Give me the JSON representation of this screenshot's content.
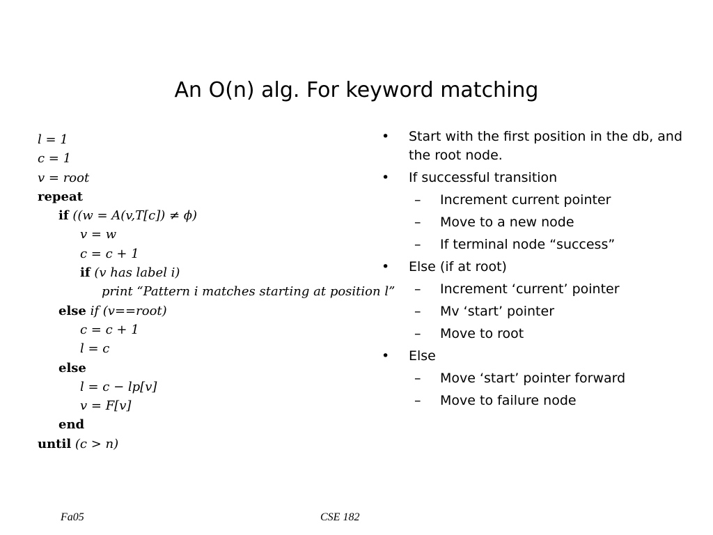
{
  "slide": {
    "title": "An O(n) alg. For keyword matching",
    "footer_left": "Fa05",
    "footer_center": "CSE 182"
  },
  "code": {
    "lines": [
      {
        "indent": 0,
        "text": "l = 1"
      },
      {
        "indent": 0,
        "text": "c = 1"
      },
      {
        "indent": 0,
        "text": "v = root"
      },
      {
        "indent": 0,
        "keyword": "repeat",
        "text": ""
      },
      {
        "indent": 1,
        "keyword": "if",
        "text": "((w = A(v,T[c]) ≠ ϕ)"
      },
      {
        "indent": 2,
        "text": "v = w"
      },
      {
        "indent": 2,
        "text": "c = c + 1"
      },
      {
        "indent": 2,
        "keyword": "if",
        "text": "(v has label i)"
      },
      {
        "indent": 3,
        "text": "print “Pattern i matches starting at position l”"
      },
      {
        "indent": 1,
        "keyword": "else",
        "text": "if (v==root)"
      },
      {
        "indent": 2,
        "text": "c = c + 1"
      },
      {
        "indent": 2,
        "text": "l = c"
      },
      {
        "indent": 1,
        "keyword": "else",
        "text": ""
      },
      {
        "indent": 2,
        "text": "l = c − lp[v]"
      },
      {
        "indent": 2,
        "text": "v = F[v]"
      },
      {
        "indent": 1,
        "keyword": "end",
        "text": ""
      },
      {
        "indent": 0,
        "keyword": "until",
        "text": "(c > n)"
      }
    ]
  },
  "bullets": [
    {
      "level": 1,
      "marker": "•",
      "text": "Start with the first position in the db, and the root node."
    },
    {
      "level": 1,
      "marker": "•",
      "text": "If successful transition"
    },
    {
      "level": 2,
      "marker": "–",
      "text": "Increment current pointer"
    },
    {
      "level": 2,
      "marker": "–",
      "text": "Move to a new node"
    },
    {
      "level": 2,
      "marker": "–",
      "text": "If terminal node “success”"
    },
    {
      "level": 1,
      "marker": "•",
      "text": "Else (if at root)"
    },
    {
      "level": 2,
      "marker": "–",
      "text": "Increment ‘current’ pointer"
    },
    {
      "level": 2,
      "marker": "–",
      "text": "Mv  ‘start’ pointer"
    },
    {
      "level": 2,
      "marker": "–",
      "text": "Move to root"
    },
    {
      "level": 1,
      "marker": "•",
      "text": "Else"
    },
    {
      "level": 2,
      "marker": "–",
      "text": "Move ‘start’ pointer forward"
    },
    {
      "level": 2,
      "marker": "–",
      "text": "Move to failure node"
    }
  ]
}
